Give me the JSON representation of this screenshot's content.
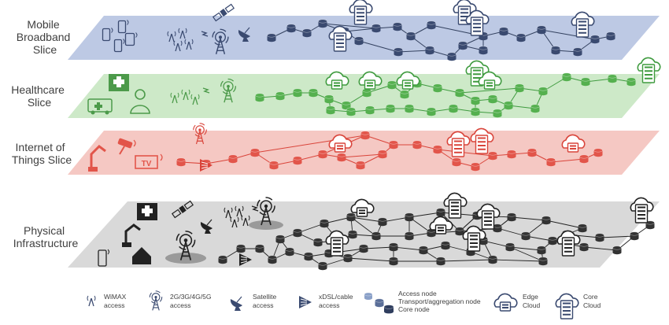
{
  "slices": [
    {
      "id": "mobile",
      "label_lines": [
        "Mobile",
        "Broadband",
        "Slice"
      ],
      "fill": "#bdc9e4",
      "link": "#33415f",
      "node": "#3a4a70"
    },
    {
      "id": "health",
      "label_lines": [
        "Healthcare",
        "Slice"
      ],
      "fill": "#cde9c8",
      "link": "#3f9b3f",
      "node": "#55b04f"
    },
    {
      "id": "iot",
      "label_lines": [
        "Internet of",
        "Things Slice"
      ],
      "fill": "#f5c8c3",
      "link": "#d9443a",
      "node": "#e2554a"
    },
    {
      "id": "physical",
      "label_lines": [
        "Physical",
        "Infrastructure"
      ],
      "fill": "#d9d9d9",
      "link": "#222222",
      "node": "#333333"
    }
  ],
  "legend": [
    {
      "icon": "wimax-icon",
      "lines": [
        "WiMAX",
        "access"
      ]
    },
    {
      "icon": "cellular-tower-icon",
      "lines": [
        "2G/3G/4G/5G",
        "access"
      ]
    },
    {
      "icon": "satellite-dish-icon",
      "lines": [
        "Satellite",
        "access"
      ]
    },
    {
      "icon": "xdsl-switch-icon",
      "lines": [
        "xDSL/cable",
        "access"
      ]
    },
    {
      "icon": "network-nodes-icon",
      "lines": [
        "Access node",
        "Transport/aggregation  node",
        "Core node"
      ]
    },
    {
      "icon": "edge-cloud-icon",
      "lines": [
        "Edge",
        "Cloud"
      ]
    },
    {
      "icon": "core-cloud-icon",
      "lines": [
        "Core",
        "Cloud"
      ]
    }
  ],
  "other_icons": [
    "smartphone-icon",
    "tablet-icon",
    "satellite-icon",
    "hospital-icon",
    "ambulance-icon",
    "doctor-icon",
    "cctv-camera-icon",
    "tv-icon",
    "robot-arm-icon",
    "house-icon"
  ],
  "colors": {
    "text": "#404040",
    "legend_icon": "#3a4a70"
  }
}
